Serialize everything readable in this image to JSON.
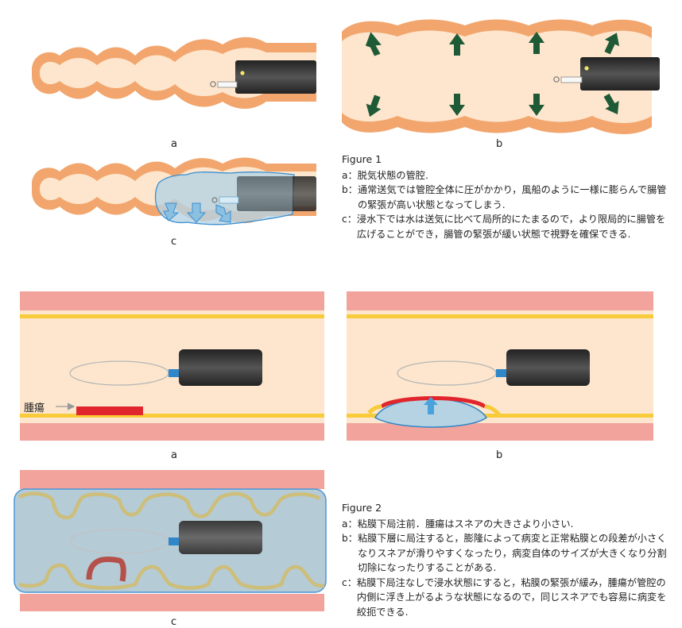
{
  "figure1": {
    "panel_labels": {
      "a": "a",
      "b": "b",
      "c": "c"
    },
    "caption": {
      "heading": "Figure 1",
      "items": [
        {
          "key": "a：",
          "text": "脱気状態の管腔."
        },
        {
          "key": "b：",
          "text": "通常送気では管腔全体に圧がかかり，風船のように一様に膨らんで腸管の緊張が高い状態となってしまう."
        },
        {
          "key": "c：",
          "text": "浸水下では水は送気に比べて局所的にたまるので，より限局的に腸管を広げることができ，腸管の緊張が緩い状態で視野を確保できる."
        }
      ]
    }
  },
  "figure2": {
    "panel_labels": {
      "a": "a",
      "b": "b",
      "c": "c"
    },
    "tumor_label": "腫瘍",
    "caption": {
      "heading": "Figure 2",
      "items": [
        {
          "key": "a：",
          "text": "粘膜下局注前．腫瘍はスネアの大きさより小さい."
        },
        {
          "key": "b：",
          "text": "粘膜下層に局注すると，膨隆によって病変と正常粘膜との段差が小さくなりスネアが滑りやすくなったり，病変自体のサイズが大きくなり分割切除になったりすることがある."
        },
        {
          "key": "c：",
          "text": "粘膜下局注なしで浸水状態にすると，粘膜の緊張が緩み，腫瘍が管腔の内側に浮き上がるような状態になるので，同じスネアでも容易に病変を絞扼できる."
        }
      ]
    }
  },
  "colors": {
    "wall": "#f2a66e",
    "lumen": "#fde6cd",
    "arrow": "#1f5a37",
    "water": "#b5d3e3",
    "mucosa": "#f2a39c",
    "stripe": "#f7cb3a",
    "tumor": "#e0262c",
    "scope": "#454545"
  }
}
